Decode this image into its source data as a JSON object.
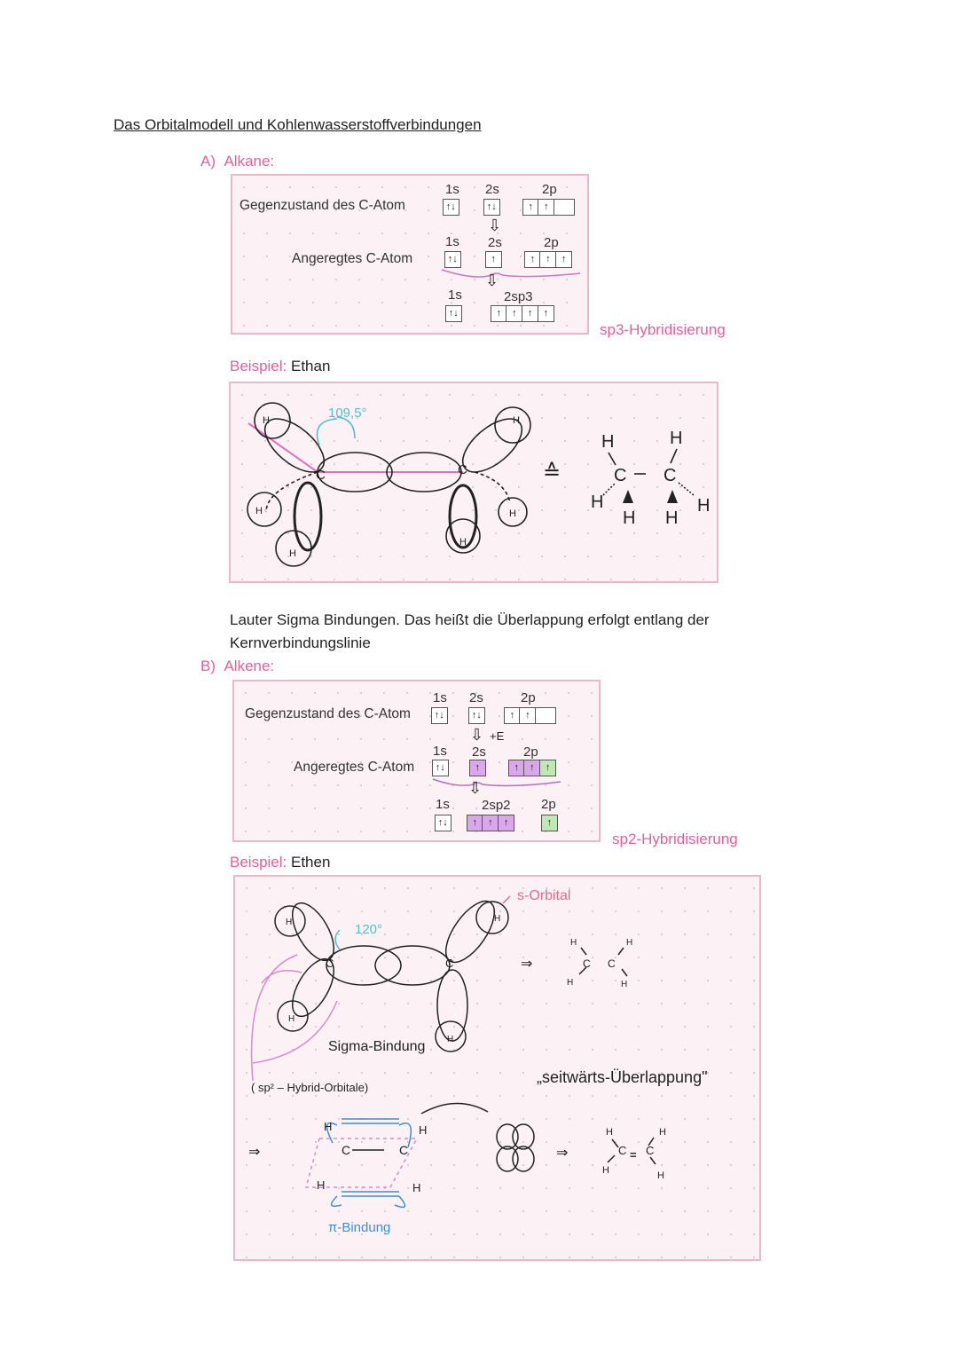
{
  "title": "Das Orbitalmodell und Kohlenwasserstoffverbindungen",
  "alkane": {
    "letter": "A)",
    "label": "Alkane:",
    "ground": "Gegenzustand des C-Atom",
    "excited": "Angeregtes C-Atom",
    "s1": "1s",
    "s2": "2s",
    "p2": "2p",
    "hyb": "2sp3",
    "pair": "↑↓",
    "single": "↑",
    "hybridization": "sp3-Hybridisierung",
    "example_label": "Beispiel:",
    "example": "Ethan",
    "angle": "109,5°",
    "H": "H",
    "C": "C",
    "equiv": "≙"
  },
  "sigma_text": "Lauter Sigma Bindungen. Das heißt die Überlappung erfolgt entlang der Kernverbindungslinie",
  "alkene": {
    "letter": "B)",
    "label": "Alkene:",
    "ground": "Gegenzustand des C-Atom",
    "excited": "Angeregtes C-Atom",
    "s1": "1s",
    "s2": "2s",
    "p2": "2p",
    "hyb": "2sp2",
    "energy": "+E",
    "pair": "↑↓",
    "single": "↑",
    "hybridization": "sp2-Hybridisierung",
    "example_label": "Beispiel:",
    "example": "Ethen",
    "angle": "120°",
    "s_orbital": "s-Orbital",
    "sigma_bond": "Sigma-Bindung",
    "hybrid_orbitals": "( sp² – Hybrid-Orbitale)",
    "sideways": "„seitwärts-Überlappung\"",
    "pi_bond": "π-Bindung",
    "implies": "⇒",
    "H": "H",
    "C": "C"
  },
  "colors": {
    "accent_pink": "#e3609b",
    "box_bg": "#fcf1f5",
    "box_border": "#e7b9c9",
    "violet": "#d9a8e8",
    "green": "#bfe8b5",
    "blue": "#3a8fd0",
    "teal": "#4fc1c9"
  }
}
